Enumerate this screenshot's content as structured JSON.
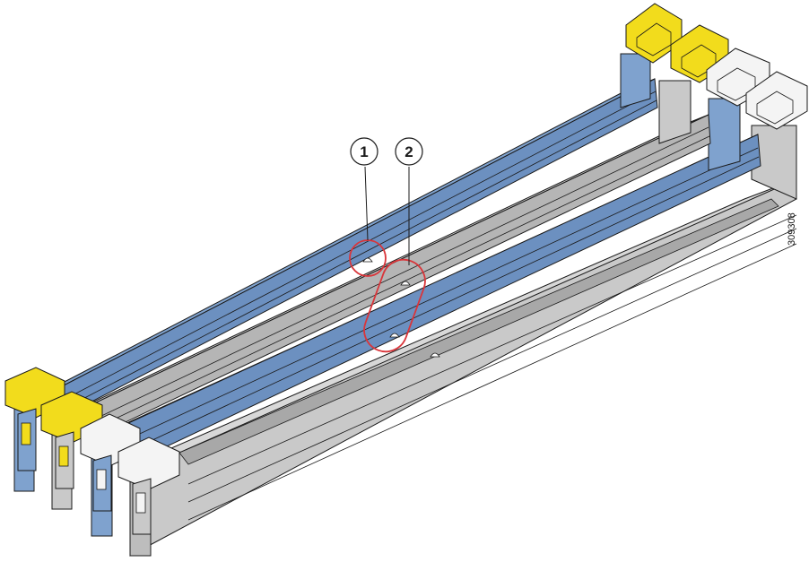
{
  "diagram": {
    "figure_id": "309308",
    "callouts": [
      {
        "number": "1"
      },
      {
        "number": "2"
      }
    ],
    "colors": {
      "slot_blue": "#7fa2ce",
      "slot_blue_dark": "#4f77aa",
      "slot_gray": "#c9c9c9",
      "slot_gray_dark": "#8e8e8e",
      "latch_yellow": "#f2dc1c",
      "latch_white": "#f4f4f4",
      "highlight_red": "#d9353a",
      "outline": "#1a1a1a"
    }
  }
}
